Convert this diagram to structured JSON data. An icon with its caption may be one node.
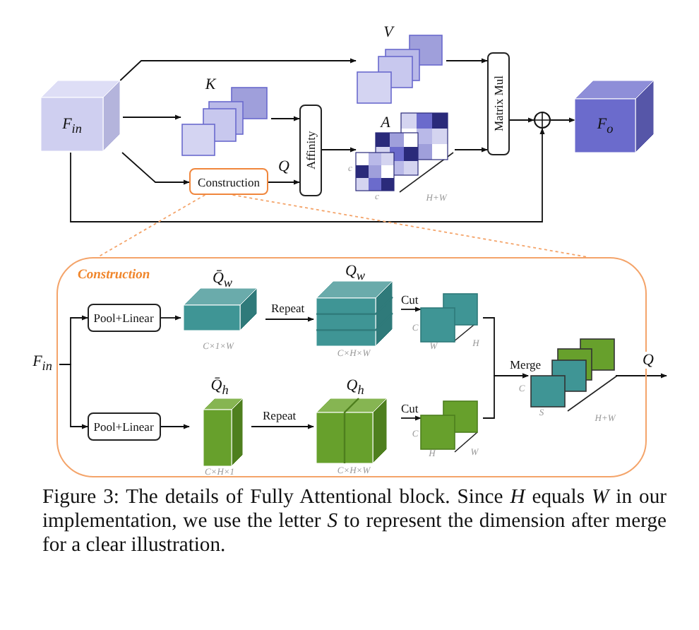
{
  "diagram": {
    "caption": "Figure 3: The details of Fully Attentional block. Since *H* equals *W* in our implementation, we use the letter *S* to represent the dimension after merge for a clear illustration.",
    "nodes": [
      {
        "text": [
          "F$_{in}$"
        ]
      },
      {
        "text": [
          "K"
        ]
      },
      {
        "text": [
          "V"
        ]
      },
      {
        "text": [
          "Affinity"
        ]
      },
      {
        "text": [
          "A"
        ],
        "beside": [
          "c",
          "c",
          "H+W"
        ]
      },
      {
        "text": [
          "Matrix Mul"
        ]
      },
      {
        "text": [],
        "shape": "circle"
      },
      {
        "text": [
          "F$_{o}$"
        ]
      },
      {
        "text": [
          "Construction"
        ]
      },
      {
        "text": [
          "Construction"
        ]
      },
      {
        "text": [
          "F$_{in}$"
        ]
      },
      {
        "text": [
          "Pool+Linear"
        ],
        "in": 9
      },
      {
        "text": [
          "Pool+Linear"
        ],
        "in": 9
      },
      {
        "text": [
          "Q̄$_{w}$"
        ],
        "beside": [
          "C×1×W"
        ],
        "in": 9
      },
      {
        "text": [
          "Q̄$_{h}$"
        ],
        "beside": [
          "C×H×1"
        ],
        "in": 9
      },
      {
        "text": [
          "Q$_{w}$"
        ],
        "beside": [
          "C×H×W"
        ],
        "in": 9
      },
      {
        "text": [
          "Q$_{h}$"
        ],
        "beside": [
          "C×H×W"
        ],
        "in": 9
      },
      {
        "text": [],
        "shape": "box",
        "beside": [
          "C",
          "W",
          "H"
        ],
        "in": 9
      },
      {
        "text": [],
        "shape": "box",
        "beside": [
          "C",
          "H",
          "W"
        ],
        "in": 9
      },
      {
        "text": [],
        "shape": "box",
        "beside": [
          "C",
          "S",
          "H+W"
        ],
        "in": 9
      }
    ],
    "edges": [
      {
        "from": 0,
        "to": 2,
        "arrow": "to"
      },
      {
        "from": 0,
        "to": 1,
        "arrow": "to"
      },
      {
        "from": 0,
        "to": 8,
        "arrow": "to"
      },
      {
        "from": 1,
        "to": 3,
        "arrow": "to"
      },
      {
        "from": 8,
        "to": 3,
        "arrow": "to",
        "label": "Q"
      },
      {
        "from": 2,
        "to": 5,
        "arrow": "to"
      },
      {
        "from": 3,
        "to": 4,
        "arrow": "to"
      },
      {
        "from": 4,
        "to": 5,
        "arrow": "to"
      },
      {
        "from": 5,
        "to": 6,
        "arrow": "to"
      },
      {
        "from": 6,
        "to": 7,
        "arrow": "to"
      },
      {
        "from": 0,
        "to": 6,
        "arrow": "to"
      },
      {
        "from": 8,
        "to": 9,
        "arrow": "none",
        "style": "dashed",
        "color": "#f4a46a"
      },
      {
        "from": 8,
        "to": 9,
        "arrow": "none",
        "style": "dashed",
        "color": "#f4a46a"
      },
      {
        "from": 10,
        "to": 11,
        "arrow": "to"
      },
      {
        "from": 10,
        "to": 12,
        "arrow": "to"
      },
      {
        "from": 11,
        "to": 13,
        "arrow": "to"
      },
      {
        "from": 12,
        "to": 14,
        "arrow": "to"
      },
      {
        "from": 13,
        "to": 15,
        "arrow": "to",
        "label": "Repeat"
      },
      {
        "from": 14,
        "to": 16,
        "arrow": "to",
        "label": "Repeat"
      },
      {
        "from": 15,
        "to": 17,
        "arrow": "to",
        "label": "Cut"
      },
      {
        "from": 16,
        "to": 18,
        "arrow": "to",
        "label": "Cut"
      },
      {
        "from": 17,
        "to": 19,
        "arrow": "to",
        "label": "Merge"
      },
      {
        "from": 18,
        "to": 19,
        "arrow": "to"
      },
      {
        "from": 19,
        "to": null,
        "arrow": "to",
        "label": "Q"
      }
    ]
  }
}
